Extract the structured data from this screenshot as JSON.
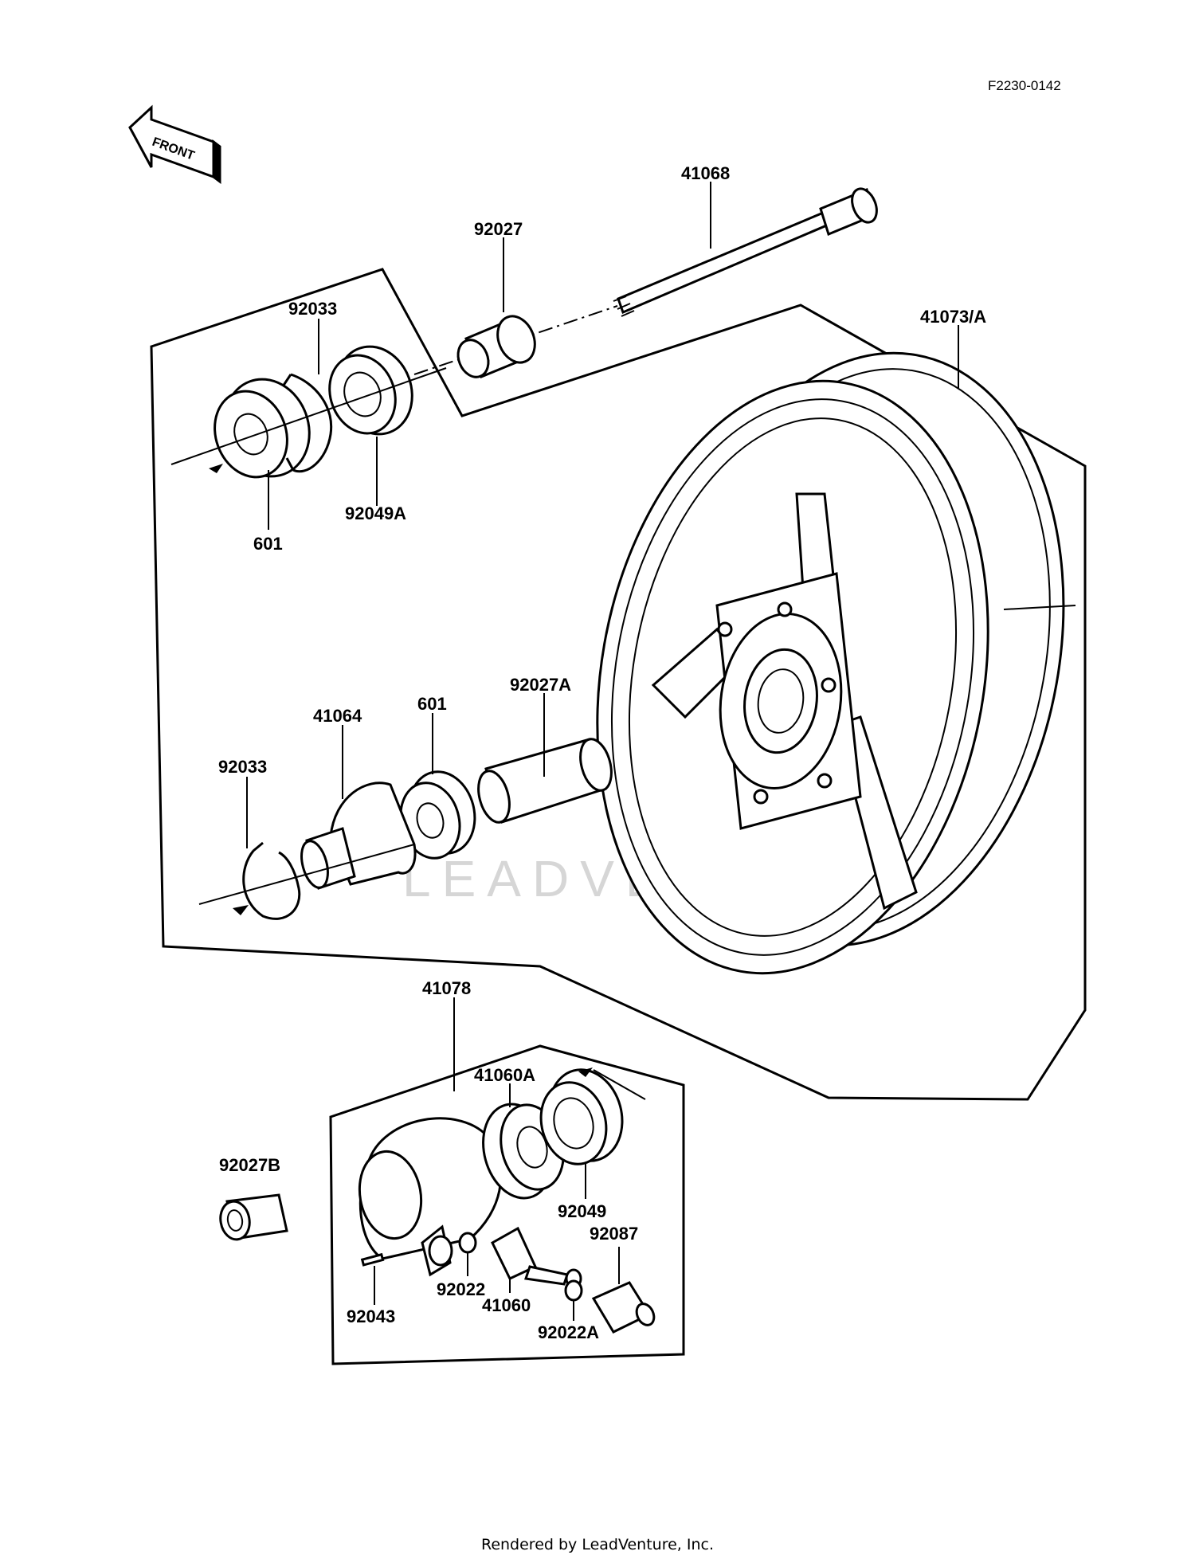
{
  "diagram_code": "F2230-0142",
  "front_label": "FRONT",
  "watermark": "LEADVENTURE",
  "footer": "Rendered by LeadVenture, Inc.",
  "parts": {
    "p41068": "41068",
    "p92027": "92027",
    "p92033_top": "92033",
    "p41073A": "41073/A",
    "p92049A": "92049A",
    "p601_top": "601",
    "p92027A": "92027A",
    "p41064": "41064",
    "p601_mid": "601",
    "p92033_mid": "92033",
    "p41078": "41078",
    "p41060A": "41060A",
    "p92027B": "92027B",
    "p92049": "92049",
    "p92087": "92087",
    "p92022": "92022",
    "p92043": "92043",
    "p41060": "41060",
    "p92022A": "92022A"
  }
}
